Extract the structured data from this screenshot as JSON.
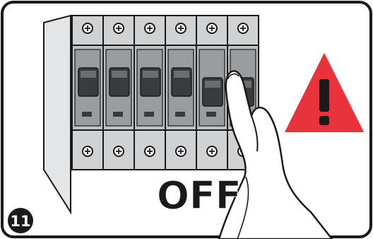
{
  "step_badge": {
    "number": "11"
  },
  "caption": {
    "text": "OFF"
  },
  "warning_sign": {
    "symbol": "!",
    "fill": "#e8323c",
    "stroke": "#ffffff"
  },
  "breakers": {
    "count": 6,
    "colors": {
      "body": "#cfd1d3",
      "shadow": "#9a9c9e",
      "screw": "#ffffff",
      "outline": "#1a1a1a"
    }
  }
}
